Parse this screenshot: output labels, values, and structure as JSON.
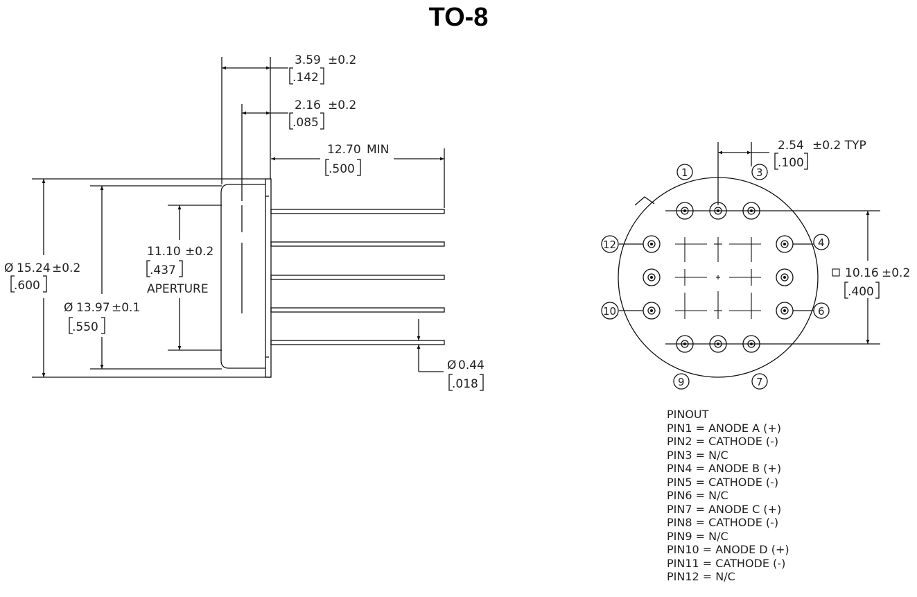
{
  "title": "TO-8",
  "side_view": {
    "dim_overall_length": {
      "value": "3.59",
      "tol": "±0.2",
      "inch": ".142"
    },
    "dim_inner_length": {
      "value": "2.16",
      "tol": "±0.2",
      "inch": ".085"
    },
    "dim_lead_length": {
      "value": "12.70",
      "tol": "MIN",
      "inch": ".500"
    },
    "dim_flange_dia": {
      "sym": "Ø",
      "value": "15.24",
      "tol": "±0.2",
      "inch": ".600"
    },
    "dim_body_dia": {
      "sym": "Ø",
      "value": "13.97",
      "tol": "±0.1",
      "inch": ".550"
    },
    "dim_aperture": {
      "value": "11.10",
      "tol": "±0.2",
      "inch": ".437",
      "label": "APERTURE"
    },
    "dim_lead_dia": {
      "sym": "Ø",
      "value": "0.44",
      "inch": ".018"
    }
  },
  "bottom_view": {
    "dim_pitch": {
      "value": "2.54",
      "tol": "±0.2 TYP",
      "inch": ".100"
    },
    "dim_square": {
      "sym": "□",
      "value": "10.16",
      "tol": "±0.2",
      "inch": ".400"
    },
    "pin_labels": [
      "1",
      "3",
      "4",
      "6",
      "7",
      "9",
      "10",
      "12"
    ]
  },
  "pinout": {
    "heading": "PINOUT",
    "lines": [
      "PIN1 = ANODE A (+)",
      "PIN2 = CATHODE (-)",
      "PIN3 = N/C",
      "PIN4 = ANODE B (+)",
      "PIN5 = CATHODE (-)",
      "PIN6 = N/C",
      "PIN7 = ANODE C (+)",
      "PIN8 = CATHODE (-)",
      "PIN9 = N/C",
      "PIN10 = ANODE D (+)",
      "PIN11 = CATHODE (-)",
      "PIN12 = N/C"
    ]
  }
}
